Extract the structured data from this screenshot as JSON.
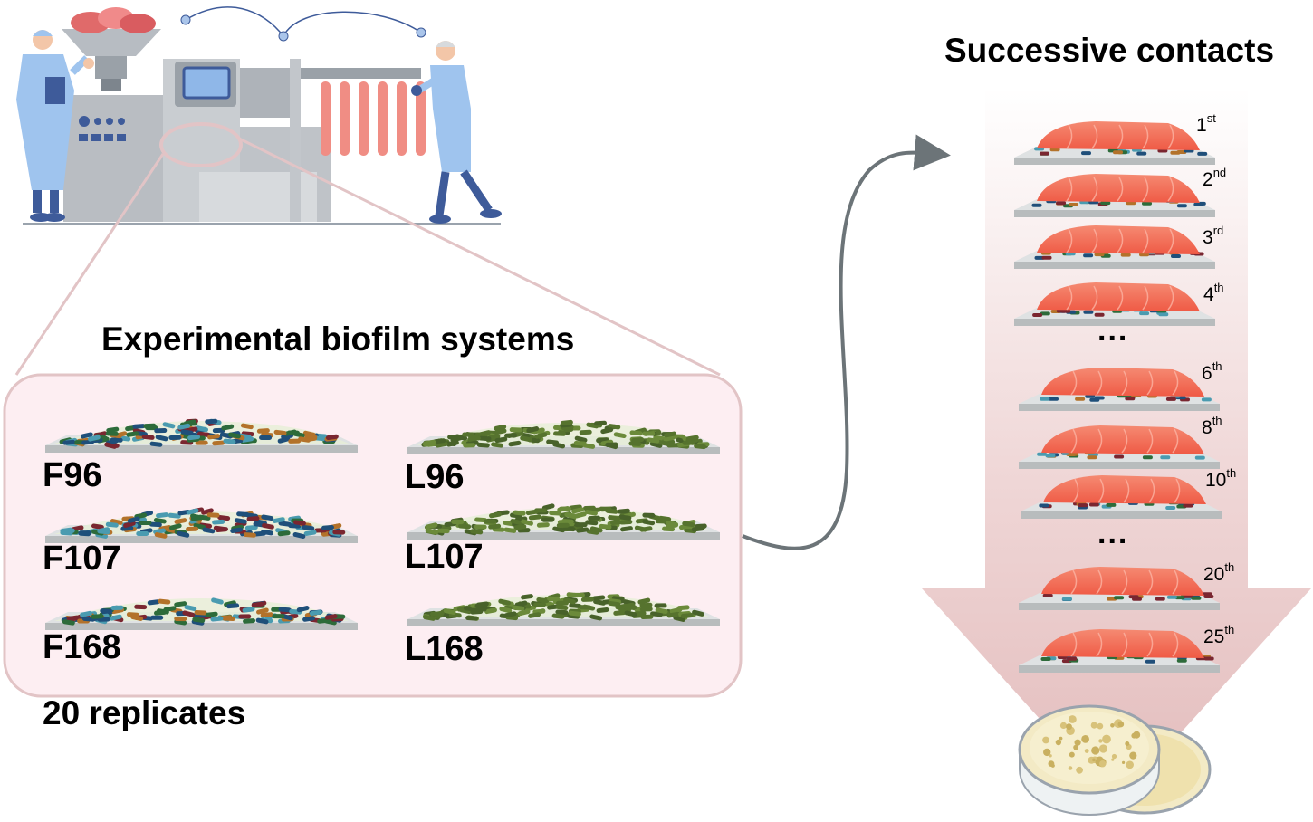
{
  "titles": {
    "experimental": "Experimental biofilm systems",
    "successive": "Successive contacts",
    "replicates": "20 replicates"
  },
  "systems": {
    "f96": "F96",
    "f107": "F107",
    "f168": "F168",
    "l96": "L96",
    "l107": "L107",
    "l168": "L168"
  },
  "contacts": [
    {
      "n": "1",
      "suffix": "st"
    },
    {
      "n": "2",
      "suffix": "nd"
    },
    {
      "n": "3",
      "suffix": "rd"
    },
    {
      "n": "4",
      "suffix": "th"
    },
    {
      "n": "6",
      "suffix": "th"
    },
    {
      "n": "8",
      "suffix": "th"
    },
    {
      "n": "10",
      "suffix": "th"
    },
    {
      "n": "20",
      "suffix": "th"
    },
    {
      "n": "25",
      "suffix": "th"
    }
  ],
  "ellipsis": "...",
  "colors": {
    "panel_fill": "#fdeef2",
    "panel_border": "#e2c4c6",
    "arrow_fill": "#e9c9c9",
    "flow_arrow": "#6c7478",
    "salmon": "#f46a55",
    "mixed_biofilm": [
      "#1f4f7a",
      "#b3722a",
      "#2d6b3a",
      "#4a9bb0",
      "#7a2630"
    ],
    "lactic_biofilm": "#56732e",
    "slide": "#b8bcbd",
    "petri_agar": "#f3eac5"
  },
  "icons": [
    "meat-factory-illustration",
    "food-worker-icon",
    "sausage-icon",
    "petri-dish-icon",
    "salmon-fillet-icon",
    "biofilm-slide-icon"
  ]
}
